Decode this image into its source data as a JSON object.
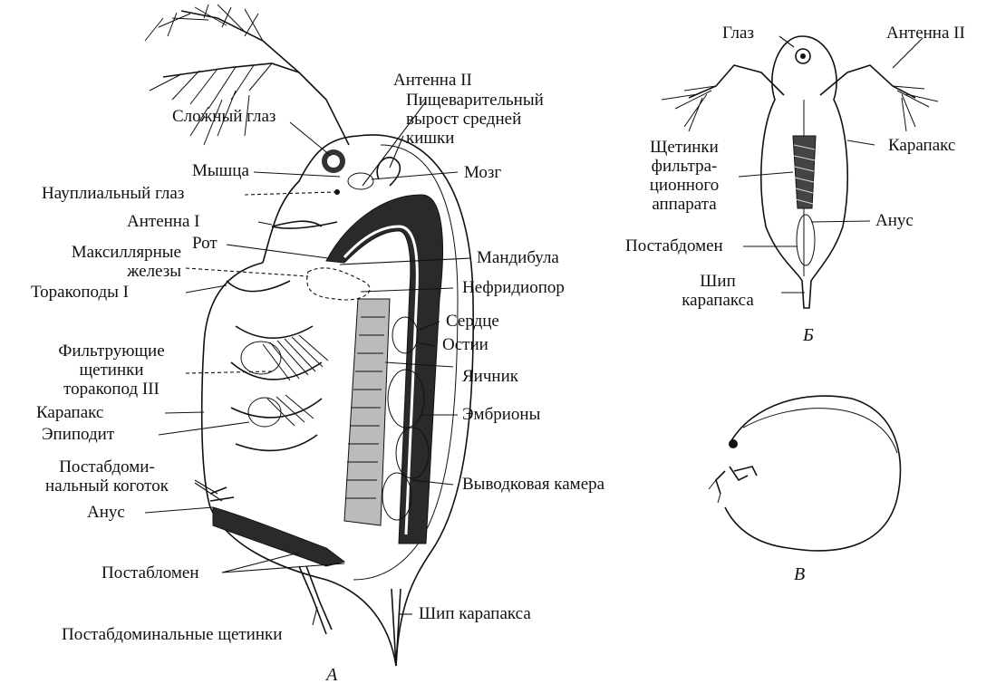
{
  "figure_a": {
    "panel_label": "А",
    "labels": {
      "antenna2": "Антенна II",
      "compound_eye": "Сложный глаз",
      "digestive_outgrowth": "Пищеварительный\nвырост средней\nкишки",
      "muscle": "Мышца",
      "brain": "Мозг",
      "naupliar_eye": "Науплиальный глаз",
      "antenna1": "Антенна I",
      "mouth": "Рот",
      "mandible": "Мандибула",
      "maxillary_glands": "Максиллярные\nжелезы",
      "thoracopods1": "Торакоподы I",
      "nephridiopore": "Нефридиопор",
      "heart": "Сердце",
      "ostia": "Остии",
      "filtering_setae": "Фильтрующие\nщетинки\nторакопод III",
      "ovary": "Яичник",
      "carapace": "Карапакс",
      "embryos": "Эмбрионы",
      "epipodite": "Эпиподит",
      "postabdominal_claw": "Постабдоми-\nнальный коготок",
      "brood_chamber": "Выводковая камера",
      "anus": "Анус",
      "postabdomen": "Постабломен",
      "carapace_spine": "Шип карапакса",
      "postabdominal_setae": "Постабдоминальные щетинки"
    }
  },
  "figure_b": {
    "panel_label": "Б",
    "labels": {
      "eye": "Глаз",
      "antenna2": "Антенна II",
      "filter_setae": "Щетинки\nфильтра-\nционного\nаппарата",
      "carapace": "Карапакс",
      "anus": "Анус",
      "postabdomen": "Постабдомен",
      "carapace_spine": "Шип\nкарапакса"
    }
  },
  "figure_c": {
    "panel_label": "В"
  }
}
